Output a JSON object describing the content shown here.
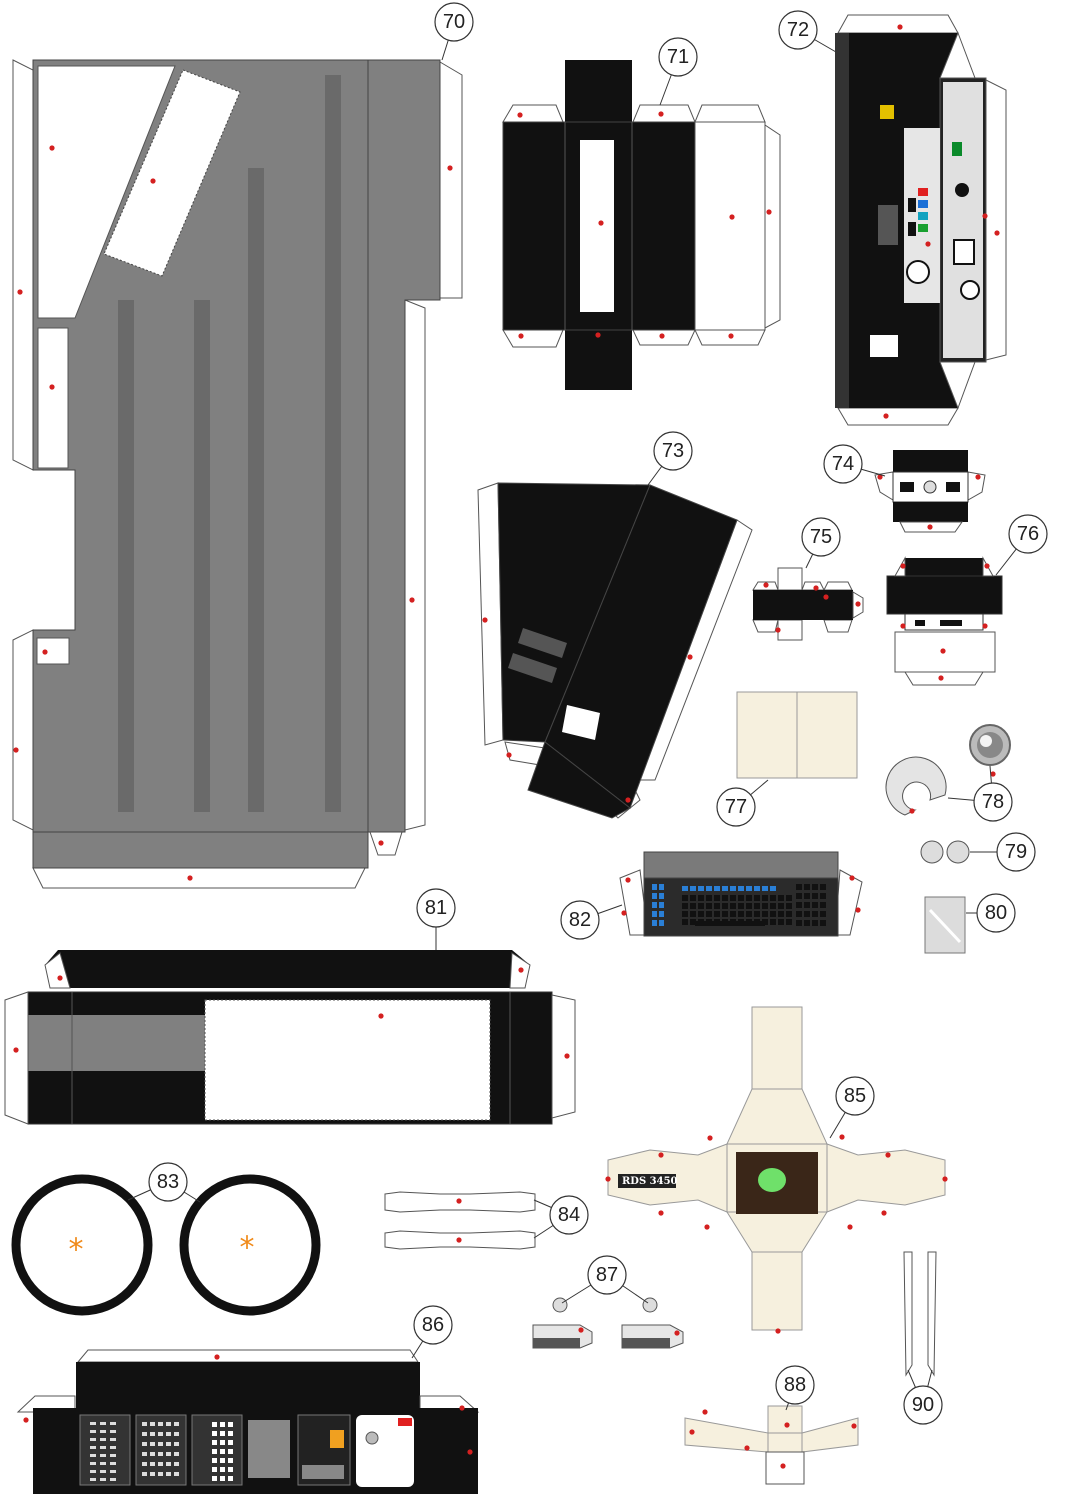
{
  "sheet": {
    "title": "",
    "part_numbers": [
      "70",
      "71",
      "72",
      "73",
      "74",
      "75",
      "76",
      "77",
      "78",
      "79",
      "80",
      "81",
      "82",
      "83",
      "84",
      "85",
      "86",
      "87",
      "88",
      "90"
    ]
  },
  "colors": {
    "black": "#111111",
    "grey_body": "#808080",
    "grey_stripe": "#6a6a6a",
    "cream": "#f6f0de",
    "glue_dot": "#d42020",
    "orange_star": "#f08a1a",
    "key_blue": "#2a7fd6",
    "screen_green": "#6fe06a"
  },
  "parts": {
    "p85": {
      "label_text": "RDS 3450"
    }
  },
  "icons": [
    "glue-dot-icon",
    "asterisk-icon",
    "lens-icon",
    "knob-icon"
  ]
}
